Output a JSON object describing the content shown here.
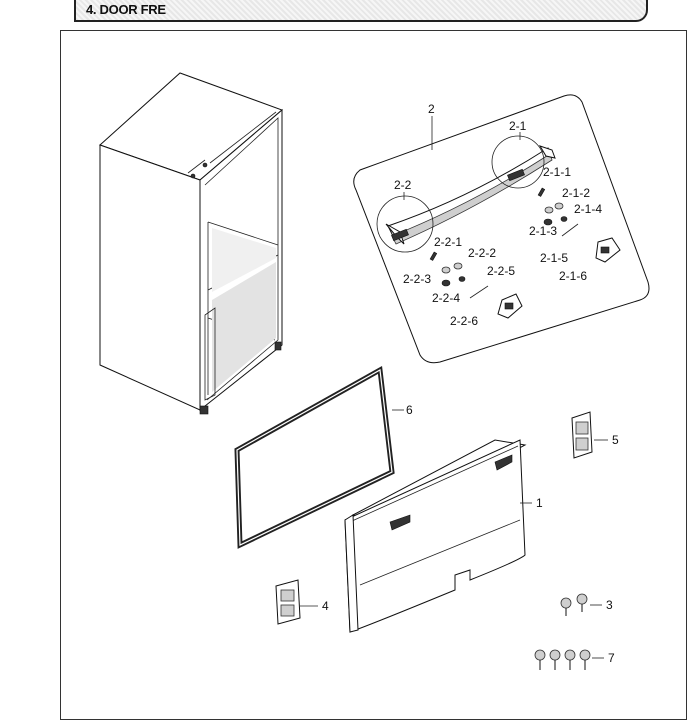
{
  "header": {
    "title": "4. DOOR FRE"
  },
  "callouts": {
    "c2": "2",
    "c2_1": "2-1",
    "c2_2": "2-2",
    "c2_1_1": "2-1-1",
    "c2_1_2": "2-1-2",
    "c2_1_3": "2-1-3",
    "c2_1_4": "2-1-4",
    "c2_1_5": "2-1-5",
    "c2_1_6": "2-1-6",
    "c2_2_1": "2-2-1",
    "c2_2_2": "2-2-2",
    "c2_2_3": "2-2-3",
    "c2_2_4": "2-2-4",
    "c2_2_5": "2-2-5",
    "c2_2_6": "2-2-6",
    "c1": "1",
    "c3": "3",
    "c4": "4",
    "c5": "5",
    "c6": "6",
    "c7": "7"
  }
}
